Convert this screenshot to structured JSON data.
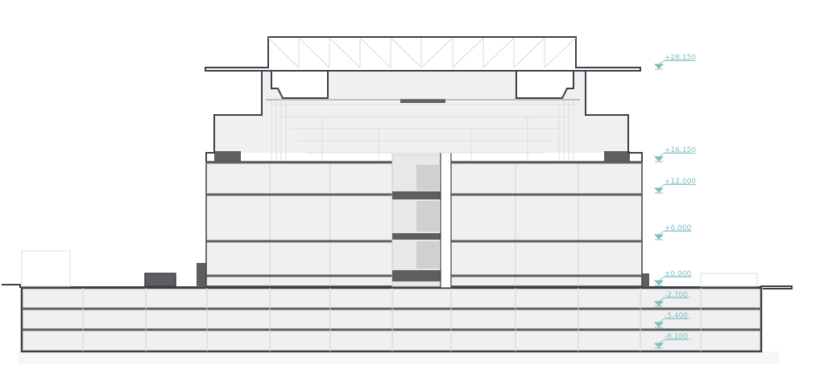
{
  "drawing": {
    "type": "building-section",
    "colors": {
      "outline": "#3b3f4a",
      "slab": "#5e5e5e",
      "fill": "#f0f0f0",
      "grid": "#d4d4d4",
      "level": "#7fbfbf"
    }
  },
  "levels": [
    {
      "label": "+28.150",
      "elevation": 28.15
    },
    {
      "label": "+16.150",
      "elevation": 16.15
    },
    {
      "label": "+12.000",
      "elevation": 12.0
    },
    {
      "label": "+6.000",
      "elevation": 6.0
    },
    {
      "label": "±0.000",
      "elevation": 0.0
    },
    {
      "label": "-2.700",
      "elevation": -2.7
    },
    {
      "label": "-5.400",
      "elevation": -5.4
    },
    {
      "label": "-8.100",
      "elevation": -8.1
    }
  ]
}
